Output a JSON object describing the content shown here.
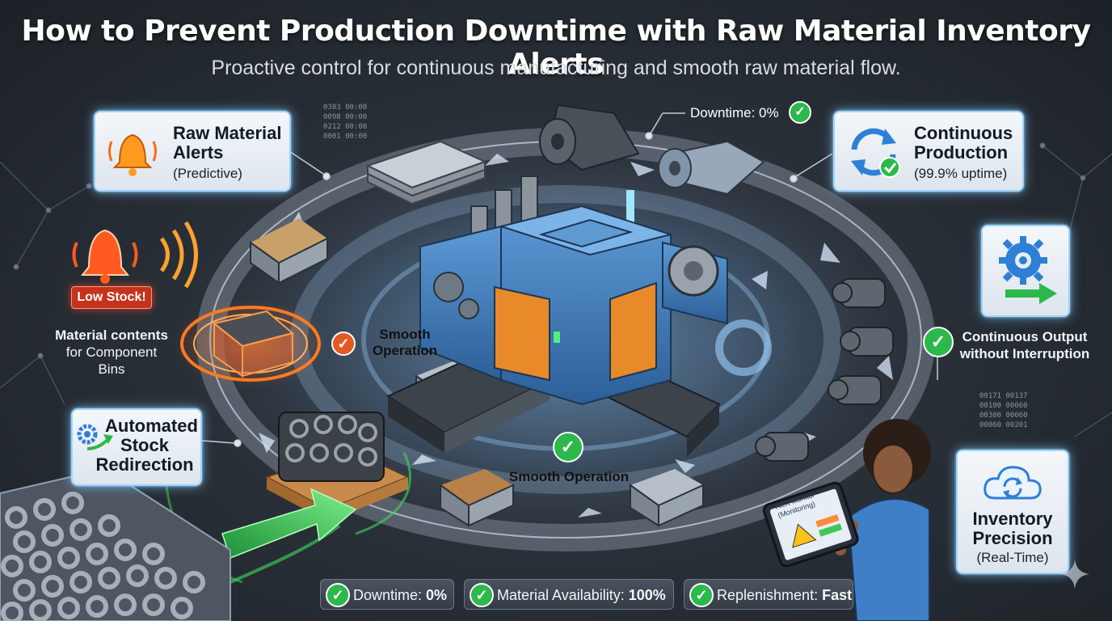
{
  "header": {
    "title": "How to Prevent Production Downtime with Raw Material Inventory Alerts",
    "subtitle": "Proactive control for continuous manufacturing and smooth raw material flow."
  },
  "cards": {
    "raw_alerts": {
      "title_1": "Raw Material",
      "title_2": "Alerts",
      "sub": "(Predictive)",
      "icon": "bell-icon"
    },
    "continuous_production": {
      "title_1": "Continuous",
      "title_2": "Production",
      "sub": "(99.9% uptime)",
      "icon": "refresh-icon"
    },
    "automated_redirection": {
      "title_1": "Automated",
      "title_2": "Stock",
      "title_3": "Redirection",
      "icon": "gear-arrow-icon"
    },
    "inventory_precision": {
      "title_1": "Inventory",
      "title_2": "Precision",
      "sub": "(Real-Time)",
      "icon": "cloud-sync-icon"
    },
    "output_icon": {
      "icon": "gear-arrow-icon"
    }
  },
  "labels": {
    "low_stock": "Low Stock!",
    "bins_1": "Material contents",
    "bins_2": "for Component",
    "bins_3": "Bins",
    "smooth_1": "Smooth",
    "smooth_2": "Operation",
    "smooth_center": "Smooth Operation",
    "downtime_top": "Downtime: 0%",
    "output_1": "Continuous Output",
    "output_2": "without Interruption",
    "tablet_1": "Alert Monitor",
    "tablet_2": "(Monitoring)"
  },
  "decor_codes": {
    "top_left": [
      "0303   00:00",
      "0098   00:00",
      "0212   00:00",
      "0001   00:00"
    ],
    "right": [
      "00171   00137",
      "00100   00060",
      "00300   00060",
      "00060   00201"
    ]
  },
  "metrics": [
    {
      "label": "Downtime: ",
      "value": "0%"
    },
    {
      "label": "Material Availability: ",
      "value": "100%"
    },
    {
      "label": "Replenishment: ",
      "value": "Fast"
    }
  ],
  "colors": {
    "accent_glow": "#9fd3ff",
    "check_green": "#2db84b",
    "alert_orange": "#ff6a1a",
    "alert_red": "#e53b1f",
    "machine_blue": "#3d7fc4",
    "flow_green": "#3ddc5a"
  }
}
